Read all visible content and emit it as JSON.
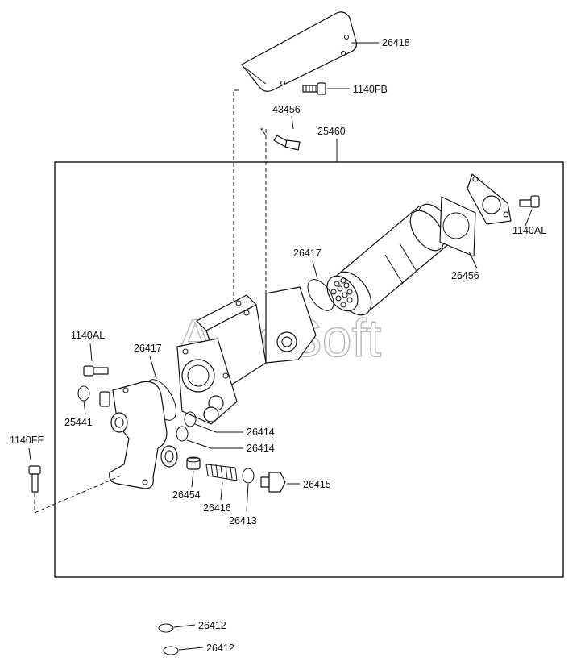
{
  "watermark": "AutoSoft",
  "callouts": {
    "heat_shield": "26418",
    "shield_bolt": "1140FB",
    "bolt_43456": "43456",
    "assembly": "25460",
    "right_bolt": "1140AL",
    "cooler_gasket": "26456",
    "oring_upper": "26417",
    "left_bolt": "1140AL",
    "oring_left": "26417",
    "oring_25441": "25441",
    "oring_26414_a": "26414",
    "oring_26414_b": "26414",
    "long_bolt": "1140FF",
    "plug_26415": "26415",
    "cap_26454": "26454",
    "spring_26416": "26416",
    "washer_26413": "26413",
    "spare_oring_1": "26412",
    "spare_oring_2": "26412"
  }
}
